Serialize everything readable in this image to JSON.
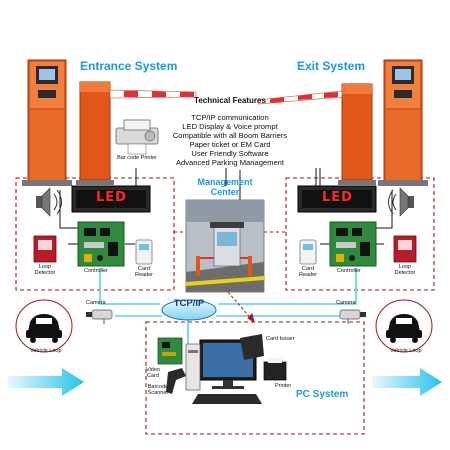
{
  "titles": {
    "entrance": "Entrance System",
    "exit": "Exit System",
    "pc_system": "PC System",
    "management": "Management Center",
    "tcpip": "TCP/IP"
  },
  "features": {
    "heading": "Technical Features",
    "items": [
      "TCP/IP communication",
      "LED Display & Voice prompt",
      "Compatible with all Boom Barriers",
      "Paper ticket or EM Card",
      "User Friendly Software",
      "Advanced Parking Management"
    ]
  },
  "led": {
    "left": "LED",
    "right": "LED"
  },
  "labels": {
    "barcode_printer": "Bar code Printer",
    "controller_left": "Controller",
    "controller_right": "Controller",
    "card_reader_left": "Card Reader",
    "card_reader_right": "Card Reader",
    "loop_detector_left": "Loop Detector",
    "loop_detector_right": "Loop Detector",
    "camera_left": "Camera",
    "camera_right": "Camera",
    "vehicle_loop_left": "Vehicle Loop",
    "vehicle_loop_right": "Vehicle Loop",
    "card_issuer": "Card Issuer",
    "video_card": "Video Card",
    "barcode_scanner": "Barcode Scanner",
    "printer": "Printer"
  },
  "colors": {
    "accent_blue": "#1a9ad6",
    "dash_red": "#a01818",
    "barrier_orange": "#e2561a",
    "led_red": "#ff2a1a",
    "link_cyan": "#56d4ea"
  }
}
